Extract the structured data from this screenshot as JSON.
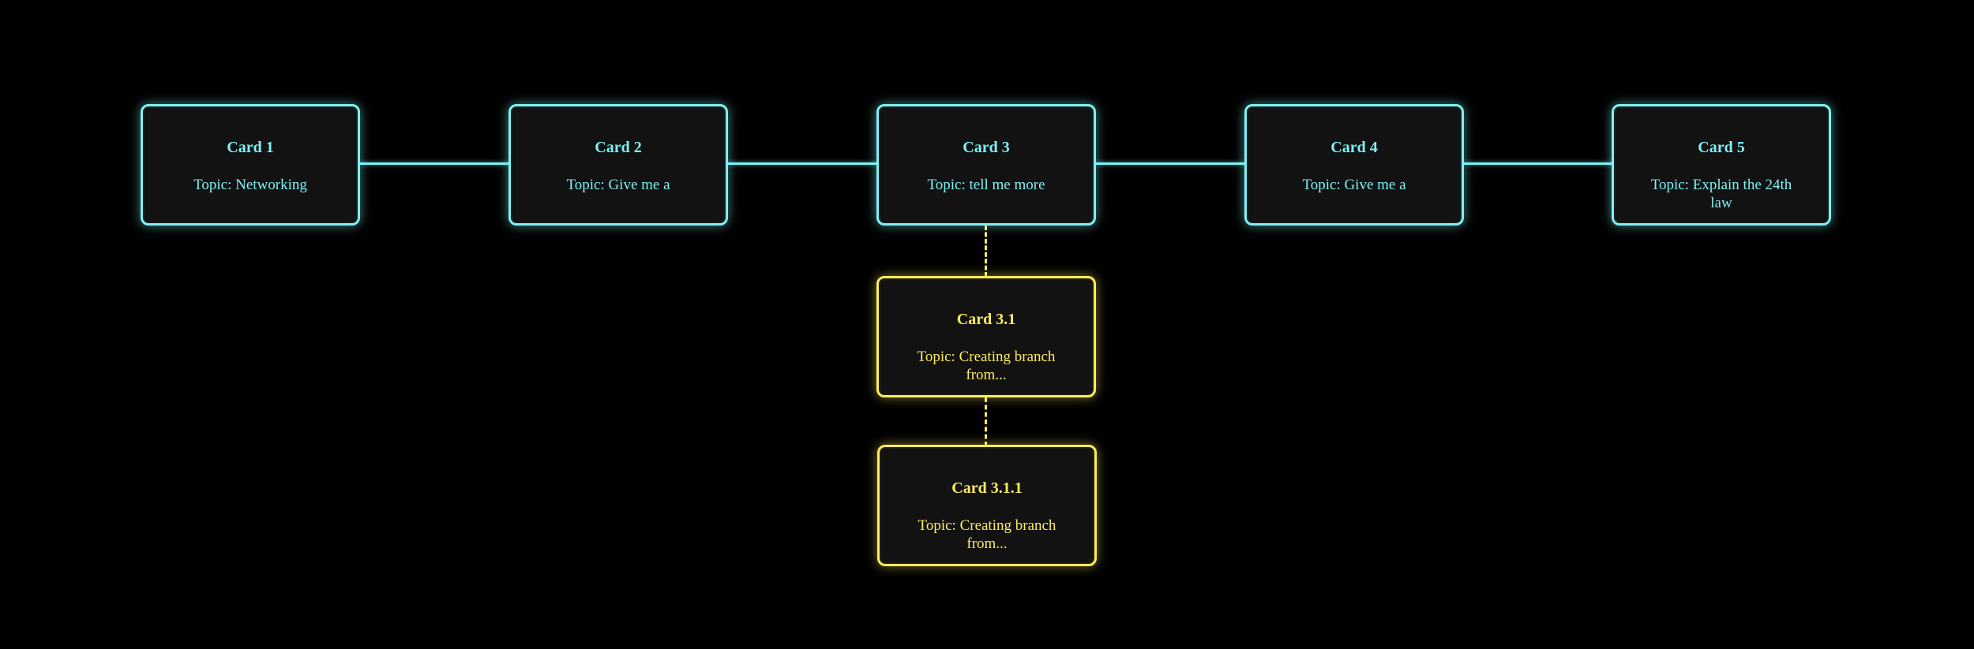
{
  "colors": {
    "background": "#000000",
    "card_fill": "#121212",
    "main_accent": "#7ff0f5",
    "branch_accent": "#ffec5c"
  },
  "main_cards": [
    {
      "title": "Card 1",
      "topic": "Topic: Networking"
    },
    {
      "title": "Card 2",
      "topic": "Topic: Give me a"
    },
    {
      "title": "Card 3",
      "topic": "Topic: tell me more"
    },
    {
      "title": "Card 4",
      "topic": "Topic: Give me a"
    },
    {
      "title": "Card 5",
      "topic": "Topic: Explain the 24th law"
    }
  ],
  "branch_cards": [
    {
      "title": "Card 3.1",
      "topic": "Topic: Creating branch from...",
      "parent": "Card 3"
    },
    {
      "title": "Card 3.1.1",
      "topic": "Topic: Creating branch from...",
      "parent": "Card 3.1"
    }
  ]
}
